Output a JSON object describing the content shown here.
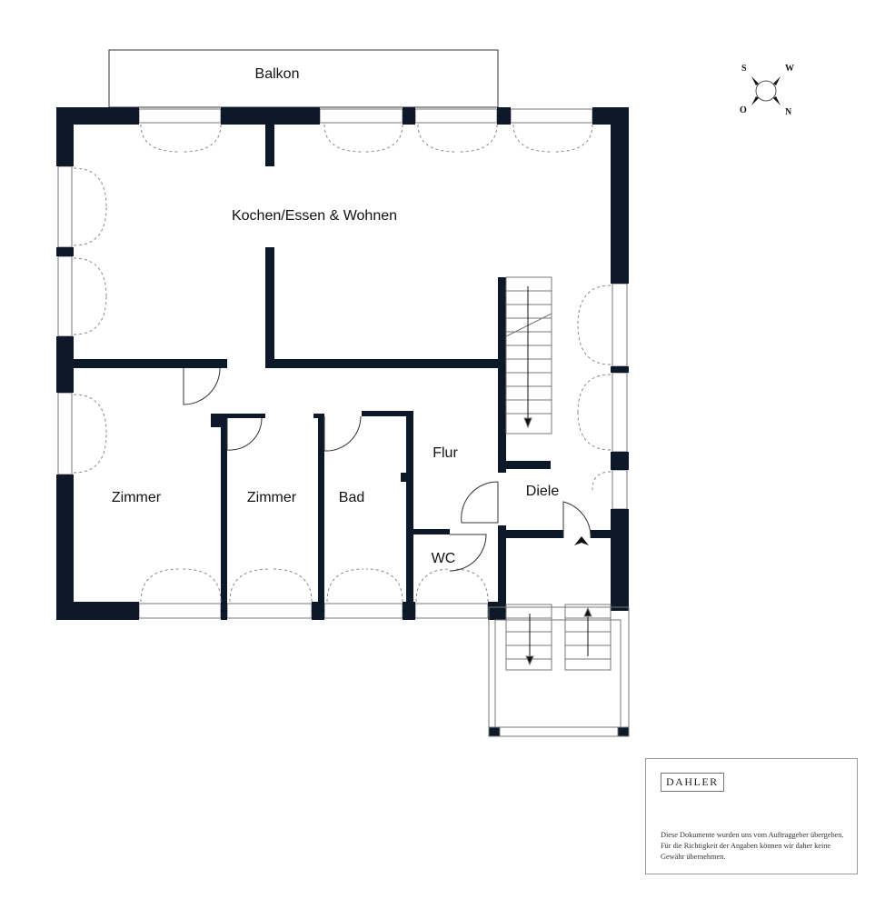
{
  "rooms": {
    "balkon": "Balkon",
    "kochen": "Kochen/Essen & Wohnen",
    "zimmer1": "Zimmer",
    "zimmer2": "Zimmer",
    "bad": "Bad",
    "flur": "Flur",
    "diele": "Diele",
    "wc": "WC"
  },
  "compass": {
    "s": "S",
    "w": "W",
    "o": "O",
    "n": "N"
  },
  "disclaimer": {
    "logo": "DAHLER",
    "text": "Diese Dokumente wurden uns vom Auftraggeber übergeben. Für die Richtigkeit der Angaben können wir daher keine Gewähr übernehmen."
  },
  "colors": {
    "wall": "#0d1828"
  }
}
